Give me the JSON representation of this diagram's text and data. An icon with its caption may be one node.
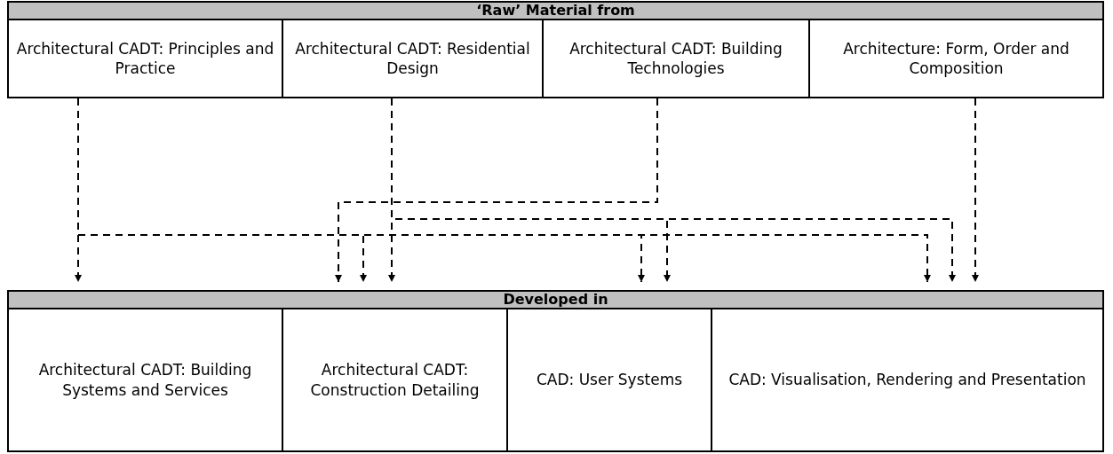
{
  "diagram": {
    "nodes": [
      {
        "text": [
          "‘Raw’ Material from"
        ]
      },
      {
        "text": [
          "Architectural CADT: Principles and Practice"
        ]
      },
      {
        "text": [
          "Architectural CADT: Residential Design"
        ]
      },
      {
        "text": [
          "Architectural CADT: Building Technologies"
        ]
      },
      {
        "text": [
          "Architecture: Form, Order and Composition"
        ]
      },
      {
        "text": [
          "Developed in"
        ]
      },
      {
        "text": [
          "Architectural CADT: Building Systems and Services"
        ]
      },
      {
        "text": [
          "Architectural CADT: Construction Detailing"
        ]
      },
      {
        "text": [
          "CAD: User Systems"
        ]
      },
      {
        "text": [
          "CAD: Visualisation, Rendering and Presentation"
        ]
      }
    ],
    "edges": [
      {
        "from": 1,
        "to": 6,
        "arrow": "to",
        "style": "dashed"
      },
      {
        "from": 1,
        "to": 7,
        "arrow": "to",
        "style": "dashed"
      },
      {
        "from": 1,
        "to": 8,
        "arrow": "to",
        "style": "dashed"
      },
      {
        "from": 1,
        "to": 9,
        "arrow": "to",
        "style": "dashed"
      },
      {
        "from": 2,
        "to": 7,
        "arrow": "to",
        "style": "dashed"
      },
      {
        "from": 2,
        "to": 8,
        "arrow": "to",
        "style": "dashed"
      },
      {
        "from": 2,
        "to": 9,
        "arrow": "to",
        "style": "dashed"
      },
      {
        "from": 3,
        "to": 7,
        "arrow": "to",
        "style": "dashed"
      },
      {
        "from": 4,
        "to": 9,
        "arrow": "to",
        "style": "dashed"
      }
    ]
  }
}
